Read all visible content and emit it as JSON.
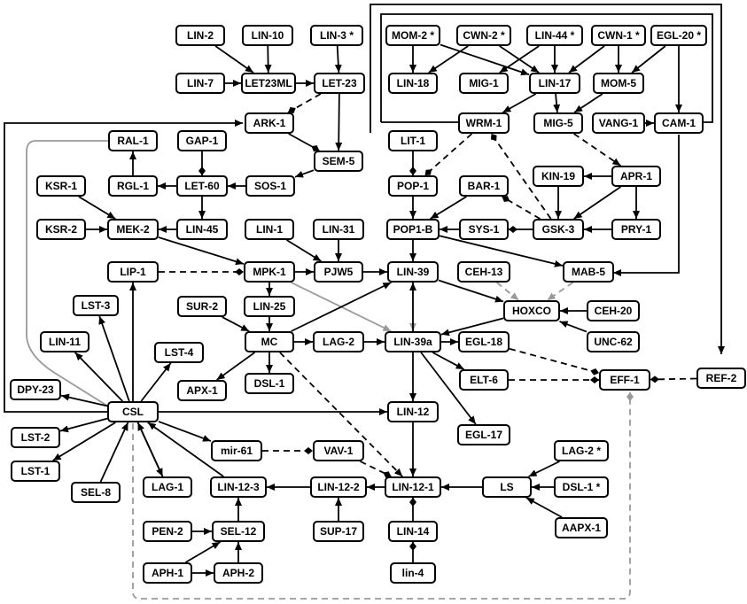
{
  "colors": {
    "activation": "#000000",
    "inhibition": "#000000",
    "gray": "#999999",
    "gray_dashed": "#999999"
  },
  "nodes": {
    "LIN-2": "LIN-2",
    "LIN-10": "LIN-10",
    "LIN-3": "LIN-3 *",
    "LIN-7": "LIN-7",
    "LET23ML": "LET23ML",
    "LET-23": "LET-23",
    "ARK-1": "ARK-1",
    "SEM-5": "SEM-5",
    "RAL-1": "RAL-1",
    "GAP-1": "GAP-1",
    "KSR-1": "KSR-1",
    "RGL-1": "RGL-1",
    "LET-60": "LET-60",
    "SOS-1": "SOS-1",
    "KSR-2": "KSR-2",
    "MEK-2": "MEK-2",
    "LIN-45": "LIN-45",
    "LIN-1": "LIN-1",
    "LIN-31": "LIN-31",
    "LIP-1": "LIP-1",
    "MPK-1": "MPK-1",
    "PJW5": "PJW5",
    "LST-3": "LST-3",
    "SUR-2": "SUR-2",
    "LIN-25": "LIN-25",
    "LIN-11": "LIN-11",
    "MC": "MC",
    "LAG-2": "LAG-2",
    "LST-4": "LST-4",
    "APX-1": "APX-1",
    "DSL-1": "DSL-1",
    "DPY-23": "DPY-23",
    "CSL": "CSL",
    "LST-2": "LST-2",
    "mir-61": "mir-61",
    "VAV-1": "VAV-1",
    "LST-1": "LST-1",
    "SEL-8": "SEL-8",
    "LAG-1": "LAG-1",
    "LIN-12-3": "LIN-12-3",
    "LIN-12-2": "LIN-12-2",
    "PEN-2": "PEN-2",
    "SEL-12": "SEL-12",
    "SUP-17": "SUP-17",
    "APH-1": "APH-1",
    "APH-2": "APH-2",
    "MOM-2": "MOM-2 *",
    "CWN-2": "CWN-2 *",
    "LIN-44": "LIN-44 *",
    "CWN-1": "CWN-1 *",
    "EGL-20": "EGL-20 *",
    "LIN-18": "LIN-18",
    "MIG-1": "MIG-1",
    "LIN-17": "LIN-17",
    "MOM-5": "MOM-5",
    "WRM-1": "WRM-1",
    "MIG-5": "MIG-5",
    "VANG-1": "VANG-1",
    "CAM-1": "CAM-1",
    "LIT-1": "LIT-1",
    "POP-1": "POP-1",
    "BAR-1": "BAR-1",
    "KIN-19": "KIN-19",
    "APR-1": "APR-1",
    "POP1-B": "POP1-B",
    "SYS-1": "SYS-1",
    "GSK-3": "GSK-3",
    "PRY-1": "PRY-1",
    "LIN-39": "LIN-39",
    "CEH-13": "CEH-13",
    "MAB-5": "MAB-5",
    "HOXCO": "HOXCO",
    "CEH-20": "CEH-20",
    "LIN-39a": "LIN-39a",
    "EGL-18": "EGL-18",
    "UNC-62": "UNC-62",
    "ELT-6": "ELT-6",
    "EFF-1": "EFF-1",
    "REF-2": "REF-2",
    "LIN-12": "LIN-12",
    "EGL-17": "EGL-17",
    "LAG-2s": "LAG-2 *",
    "LIN-12-1": "LIN-12-1",
    "LS": "LS",
    "DSL-1s": "DSL-1 *",
    "AAPX-1": "AAPX-1",
    "LIN-14": "LIN-14",
    "lin-4": "lin-4"
  },
  "edges": [
    [
      "LIN-2",
      "LET23ML",
      "act"
    ],
    [
      "LIN-10",
      "LET23ML",
      "act"
    ],
    [
      "LIN-7",
      "LET23ML",
      "act"
    ],
    [
      "LIN-3",
      "LET-23",
      "act"
    ],
    [
      "LET23ML",
      "LET-23",
      "act"
    ],
    [
      "LET-23",
      "ARK-1",
      "inh-dash"
    ],
    [
      "LET-23",
      "SEM-5",
      "act"
    ],
    [
      "ARK-1",
      "SEM-5",
      "inh"
    ],
    [
      "SEM-5",
      "SOS-1",
      "act"
    ],
    [
      "SOS-1",
      "LET-60",
      "act"
    ],
    [
      "GAP-1",
      "LET-60",
      "inh"
    ],
    [
      "LET-60",
      "RGL-1",
      "act"
    ],
    [
      "RGL-1",
      "RAL-1",
      "act"
    ],
    [
      "LET-60",
      "LIN-45",
      "act"
    ],
    [
      "LIN-45",
      "MEK-2",
      "act"
    ],
    [
      "KSR-1",
      "MEK-2",
      "act"
    ],
    [
      "KSR-2",
      "MEK-2",
      "act"
    ],
    [
      "MEK-2",
      "MPK-1",
      "act"
    ],
    [
      "LIP-1",
      "MPK-1",
      "inh-dash"
    ],
    [
      "MPK-1",
      "PJW5",
      "act"
    ],
    [
      "LIN-1",
      "PJW5",
      "act"
    ],
    [
      "LIN-31",
      "PJW5",
      "act"
    ],
    [
      "PJW5",
      "LIN-39",
      "act"
    ],
    [
      "MPK-1",
      "LIN-39a",
      "gray"
    ],
    [
      "MPK-1",
      "LIN-25",
      "act"
    ],
    [
      "SUR-2",
      "MC",
      "act"
    ],
    [
      "LIN-25",
      "MC",
      "act"
    ],
    [
      "MC",
      "LAG-2",
      "act"
    ],
    [
      "MC",
      "LIN-39",
      "act"
    ],
    [
      "MC",
      "APX-1",
      "act"
    ],
    [
      "MC",
      "DSL-1",
      "act"
    ],
    [
      "MC",
      "LIN-12-1",
      "act-dash"
    ],
    [
      "MOM-2",
      "LIN-18",
      "act"
    ],
    [
      "MOM-2",
      "LIN-17",
      "act"
    ],
    [
      "CWN-2",
      "LIN-18",
      "act"
    ],
    [
      "CWN-2",
      "LIN-17",
      "act"
    ],
    [
      "LIN-44",
      "MIG-1",
      "act"
    ],
    [
      "LIN-44",
      "LIN-17",
      "act"
    ],
    [
      "CWN-1",
      "LIN-17",
      "act"
    ],
    [
      "CWN-1",
      "MOM-5",
      "act"
    ],
    [
      "EGL-20",
      "MOM-5",
      "act"
    ],
    [
      "EGL-20",
      "CAM-1",
      "act"
    ],
    [
      "LIN-17",
      "WRM-1",
      "act"
    ],
    [
      "LIN-17",
      "MIG-5",
      "act"
    ],
    [
      "MOM-5",
      "MIG-5",
      "act"
    ],
    [
      "VANG-1",
      "CAM-1",
      "act"
    ],
    [
      "MIG-5",
      "APR-1",
      "act-dash"
    ],
    [
      "APR-1",
      "KIN-19",
      "act"
    ],
    [
      "APR-1",
      "PRY-1",
      "act"
    ],
    [
      "APR-1",
      "GSK-3",
      "act"
    ],
    [
      "KIN-19",
      "GSK-3",
      "act"
    ],
    [
      "PRY-1",
      "GSK-3",
      "act"
    ],
    [
      "GSK-3",
      "BAR-1",
      "inh-dash"
    ],
    [
      "GSK-3",
      "WRM-1",
      "inh-dash"
    ],
    [
      "GSK-3",
      "SYS-1",
      "inh"
    ],
    [
      "SYS-1",
      "POP1-B",
      "act"
    ],
    [
      "BAR-1",
      "POP1-B",
      "act"
    ],
    [
      "WRM-1",
      "POP-1",
      "inh-dash"
    ],
    [
      "LIT-1",
      "POP-1",
      "inh"
    ],
    [
      "POP-1",
      "POP1-B",
      "act"
    ],
    [
      "POP1-B",
      "LIN-39",
      "act"
    ],
    [
      "POP1-B",
      "MAB-5",
      "act"
    ],
    [
      "LIN-39",
      "HOXCO",
      "act"
    ],
    [
      "MAB-5",
      "HOXCO",
      "gray-dash"
    ],
    [
      "CEH-13",
      "HOXCO",
      "gray-dash"
    ],
    [
      "CEH-20",
      "HOXCO",
      "act"
    ],
    [
      "UNC-62",
      "HOXCO",
      "act"
    ],
    [
      "HOXCO",
      "LIN-39a",
      "act"
    ],
    [
      "LIN-39",
      "LIN-39a",
      "gray"
    ],
    [
      "LIN-39a",
      "LIN-39",
      "act"
    ],
    [
      "LAG-2",
      "LIN-39a",
      "act"
    ],
    [
      "LIN-39a",
      "EGL-18",
      "act"
    ],
    [
      "LIN-39a",
      "ELT-6",
      "act"
    ],
    [
      "LIN-39a",
      "EGL-17",
      "act"
    ],
    [
      "LIN-39a",
      "LIN-12",
      "act"
    ],
    [
      "EGL-18",
      "EFF-1",
      "inh-dash"
    ],
    [
      "ELT-6",
      "EFF-1",
      "inh-dash"
    ],
    [
      "REF-2",
      "EFF-1",
      "inh-dash"
    ],
    [
      "LIN-12",
      "LIN-12-1",
      "act"
    ],
    [
      "LS",
      "LIN-12-1",
      "act"
    ],
    [
      "LAG-2s",
      "LS",
      "act"
    ],
    [
      "DSL-1s",
      "LS",
      "act"
    ],
    [
      "AAPX-1",
      "LS",
      "act"
    ],
    [
      "VAV-1",
      "LIN-12-1",
      "inh-dash"
    ],
    [
      "mir-61",
      "VAV-1",
      "inh-dash"
    ],
    [
      "LIN-14",
      "LIN-12-1",
      "inh"
    ],
    [
      "lin-4",
      "LIN-14",
      "inh"
    ],
    [
      "LIN-12-1",
      "LIN-12-2",
      "act"
    ],
    [
      "LIN-12-2",
      "LIN-12-3",
      "act"
    ],
    [
      "SUP-17",
      "LIN-12-2",
      "act"
    ],
    [
      "SEL-12",
      "LIN-12-3",
      "act"
    ],
    [
      "PEN-2",
      "SEL-12",
      "act"
    ],
    [
      "APH-1",
      "SEL-12",
      "act"
    ],
    [
      "APH-1",
      "APH-2",
      "act"
    ],
    [
      "APH-2",
      "SEL-12",
      "act"
    ],
    [
      "LIN-12-3",
      "CSL",
      "act"
    ],
    [
      "CSL",
      "LAG-1",
      "act"
    ],
    [
      "LAG-1",
      "CSL",
      "act"
    ],
    [
      "CSL",
      "mir-61",
      "act"
    ],
    [
      "CSL",
      "LIP-1",
      "act"
    ],
    [
      "CSL",
      "LST-3",
      "act"
    ],
    [
      "CSL",
      "LIN-11",
      "act"
    ],
    [
      "CSL",
      "LST-4",
      "act"
    ],
    [
      "CSL",
      "DPY-23",
      "act"
    ],
    [
      "CSL",
      "LST-2",
      "act"
    ],
    [
      "CSL",
      "LST-1",
      "act"
    ],
    [
      "CSL",
      "LIN-12",
      "act"
    ],
    [
      "SEL-8",
      "CSL",
      "act"
    ]
  ]
}
